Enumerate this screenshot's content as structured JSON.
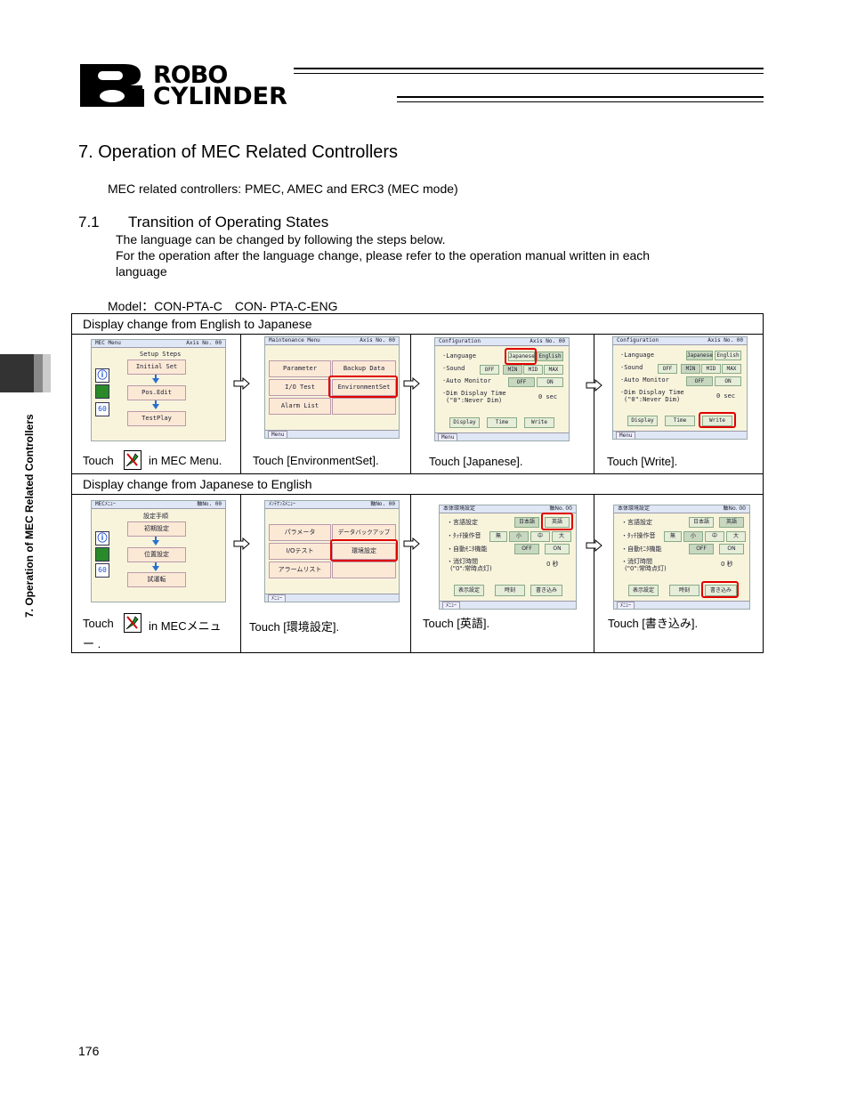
{
  "brand": {
    "line1": "ROBO",
    "line2": "CYLINDER"
  },
  "side_tab": "7. Operation of MEC Related Controllers",
  "heading": "7.   Operation of MEC Related Controllers",
  "intro": "MEC related controllers: PMEC, AMEC and ERC3 (MEC mode)",
  "section": {
    "number": "7.1",
    "title": "Transition of Operating States"
  },
  "body": [
    "The language can be changed by following the steps below.",
    "For the operation after the language change, please refer to the operation manual written in each",
    "language"
  ],
  "model": "Model：CON-PTA-C　CON- PTA-C-ENG",
  "rows": [
    {
      "header": "Display change from English to Japanese",
      "captions": [
        "Touch",
        "in MEC Menu.",
        "Touch [EnvironmentSet].",
        "Touch [Japanese].",
        "Touch [Write]."
      ]
    },
    {
      "header": "Display change from Japanese to English",
      "captions": [
        "Touch",
        "in MECメニュ",
        "ー .",
        "Touch [環境設定].",
        "Touch [英語].",
        "Touch [書き込み]."
      ]
    }
  ],
  "screens": {
    "en_menu": {
      "title": "MEC Menu",
      "axis": "Axis No. 00",
      "heading": "Setup Steps",
      "btn1": "Initial Set",
      "btn2": "Pos.Edit",
      "btn3": "TestPlay"
    },
    "en_maint": {
      "title": "Maintenance Menu",
      "axis": "Axis No. 00",
      "b1": "Parameter",
      "b2": "Backup Data",
      "b3": "I/O Test",
      "b4": "EnvironmentSet",
      "b5": "Alarm List",
      "foot": "Menu"
    },
    "en_config": {
      "title": "Configuration",
      "axis": "Axis No. 00",
      "lang": "·Language",
      "jp": "Japanese",
      "en": "English",
      "sound": "·Sound",
      "off": "OFF",
      "min": "MIN",
      "mid": "MID",
      "max": "MAX",
      "auto": "·Auto Monitor",
      "on": "ON",
      "dim": "·Dim Display Time",
      "dim2": "(\"0\":Never Dim)",
      "sec": "0 sec",
      "display": "Display",
      "time": "Time",
      "write": "Write",
      "foot": "Menu"
    },
    "jp_menu": {
      "title": "MECﾒﾆｭｰ",
      "axis": "軸No. 00",
      "heading": "設定手順",
      "btn1": "初期設定",
      "btn2": "位置設定",
      "btn3": "試運転"
    },
    "jp_maint": {
      "title": "ﾒﾝﾃﾅﾝｽﾒﾆｭｰ",
      "axis": "軸No. 00",
      "b1": "パラメータ",
      "b2": "データバックアップ",
      "b3": "I/Oテスト",
      "b4": "環境設定",
      "b5": "アラームリスト",
      "foot": "ﾒﾆｭｰ"
    },
    "jp_config": {
      "title": "本体環境設定",
      "axis": "軸No. 00",
      "lang": "・言語設定",
      "jp": "日本語",
      "en": "英語",
      "sound": "・ﾀｯﾁ操作音",
      "off": "OFF",
      "none": "無",
      "small": "小",
      "mid": "中",
      "large": "大",
      "auto": "・自動ﾓﾆﾀ機能",
      "on": "ON",
      "dim": "・消灯時間",
      "dim2": "(\"0\":常時点灯)",
      "sec": "0 秒",
      "display": "表示設定",
      "time": "時刻",
      "write": "書き込み",
      "foot": "ﾒﾆｭｰ"
    }
  },
  "page_number": "176"
}
